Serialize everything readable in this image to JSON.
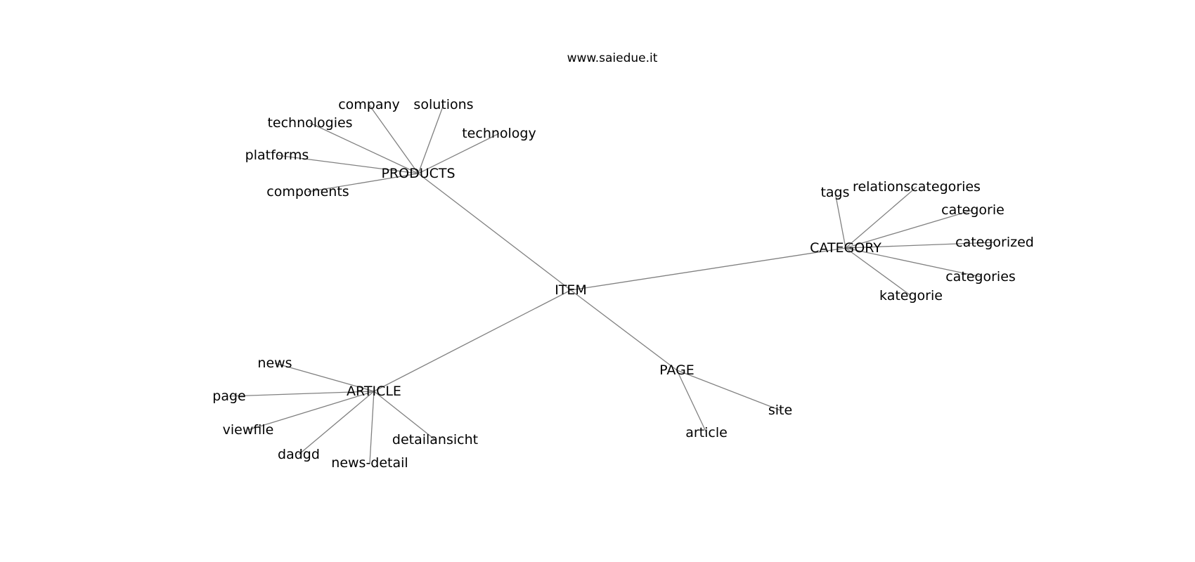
{
  "title": "www.saiedue.it",
  "colors": {
    "background": "#ffffff",
    "edge": "#808080",
    "text": "#000000"
  },
  "nodes": {
    "item": "ITEM",
    "products": "PRODUCTS",
    "category": "CATEGORY",
    "article": "ARTICLE",
    "page": "PAGE",
    "company": "company",
    "solutions": "solutions",
    "technologies": "technologies",
    "technology": "technology",
    "platforms": "platforms",
    "components": "components",
    "tags": "tags",
    "relationscategories": "relationscategories",
    "categorie": "categorie",
    "categorized": "categorized",
    "categories": "categories",
    "kategorie": "kategorie",
    "news": "news",
    "page_leaf": "page",
    "viewfile": "viewfile",
    "dadgd": "dadgd",
    "news_detail": "news-detail",
    "detailansicht": "detailansicht",
    "site": "site",
    "article_leaf": "article"
  },
  "edges": [
    [
      "item",
      "products"
    ],
    [
      "item",
      "category"
    ],
    [
      "item",
      "article"
    ],
    [
      "item",
      "page"
    ],
    [
      "products",
      "company"
    ],
    [
      "products",
      "solutions"
    ],
    [
      "products",
      "technologies"
    ],
    [
      "products",
      "technology"
    ],
    [
      "products",
      "platforms"
    ],
    [
      "products",
      "components"
    ],
    [
      "category",
      "tags"
    ],
    [
      "category",
      "relationscategories"
    ],
    [
      "category",
      "categorie"
    ],
    [
      "category",
      "categorized"
    ],
    [
      "category",
      "categories"
    ],
    [
      "category",
      "kategorie"
    ],
    [
      "article",
      "news"
    ],
    [
      "article",
      "page_leaf"
    ],
    [
      "article",
      "viewfile"
    ],
    [
      "article",
      "dadgd"
    ],
    [
      "article",
      "news_detail"
    ],
    [
      "article",
      "detailansicht"
    ],
    [
      "page",
      "site"
    ],
    [
      "page",
      "article_leaf"
    ]
  ]
}
